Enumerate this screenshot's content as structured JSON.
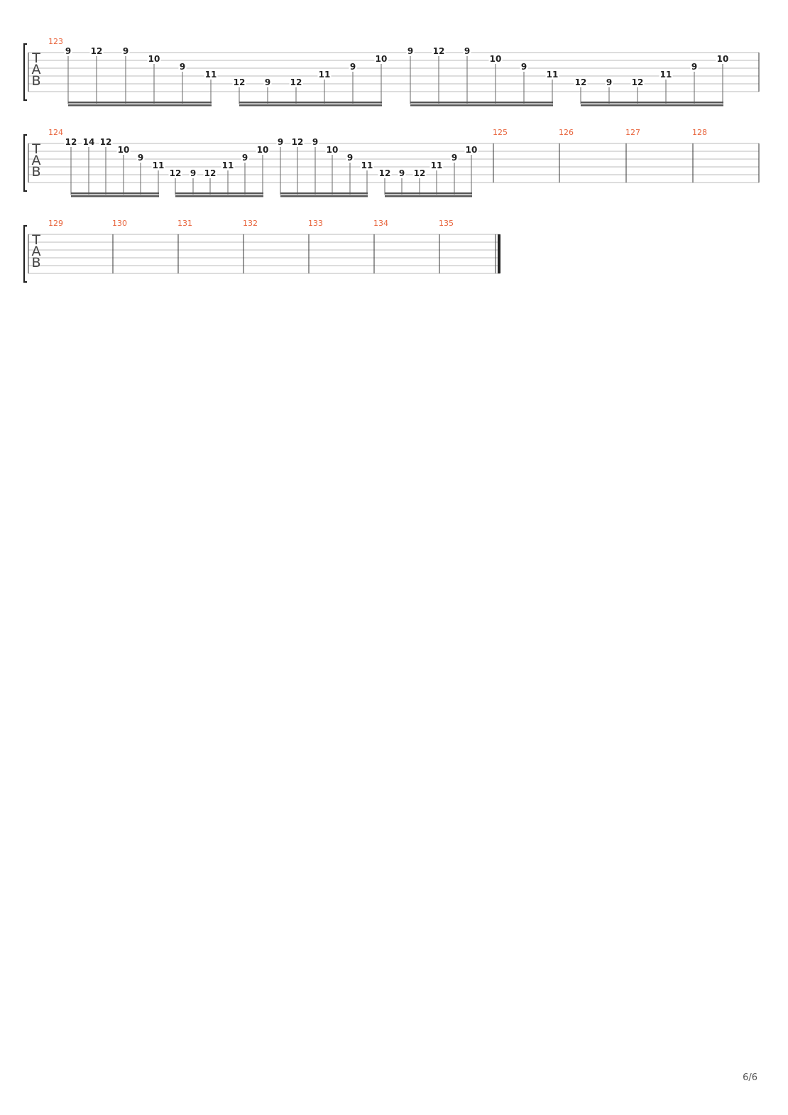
{
  "page": {
    "page_number": "6/6"
  },
  "tab_clef": [
    "T",
    "A",
    "B"
  ],
  "colors": {
    "measure_number": "#e8643c",
    "staff_line": "#bbbbbb",
    "fret": "#222222",
    "beam": "#555555",
    "barline": "#333333"
  },
  "systems": [
    {
      "id": "system-1",
      "measures": [
        {
          "number": "123",
          "notes": [
            {
              "string": 1,
              "fret": "9"
            },
            {
              "string": 1,
              "fret": "12"
            },
            {
              "string": 1,
              "fret": "9"
            },
            {
              "string": 2,
              "fret": "10"
            },
            {
              "string": 3,
              "fret": "9"
            },
            {
              "string": 4,
              "fret": "11"
            },
            {
              "string": 5,
              "fret": "12"
            },
            {
              "string": 5,
              "fret": "9"
            },
            {
              "string": 5,
              "fret": "12"
            },
            {
              "string": 4,
              "fret": "11"
            },
            {
              "string": 3,
              "fret": "9"
            },
            {
              "string": 2,
              "fret": "10"
            },
            {
              "string": 1,
              "fret": "9"
            },
            {
              "string": 1,
              "fret": "12"
            },
            {
              "string": 1,
              "fret": "9"
            },
            {
              "string": 2,
              "fret": "10"
            },
            {
              "string": 3,
              "fret": "9"
            },
            {
              "string": 4,
              "fret": "11"
            },
            {
              "string": 5,
              "fret": "12"
            },
            {
              "string": 5,
              "fret": "9"
            },
            {
              "string": 5,
              "fret": "12"
            },
            {
              "string": 4,
              "fret": "11"
            },
            {
              "string": 3,
              "fret": "9"
            },
            {
              "string": 2,
              "fret": "10"
            }
          ]
        }
      ]
    },
    {
      "id": "system-2",
      "measures": [
        {
          "number": "124",
          "notes": [
            {
              "string": 1,
              "fret": "12"
            },
            {
              "string": 1,
              "fret": "14"
            },
            {
              "string": 1,
              "fret": "12"
            },
            {
              "string": 2,
              "fret": "10"
            },
            {
              "string": 3,
              "fret": "9"
            },
            {
              "string": 4,
              "fret": "11"
            },
            {
              "string": 5,
              "fret": "12"
            },
            {
              "string": 5,
              "fret": "9"
            },
            {
              "string": 5,
              "fret": "12"
            },
            {
              "string": 4,
              "fret": "11"
            },
            {
              "string": 3,
              "fret": "9"
            },
            {
              "string": 2,
              "fret": "10"
            },
            {
              "string": 1,
              "fret": "9"
            },
            {
              "string": 1,
              "fret": "12"
            },
            {
              "string": 1,
              "fret": "9"
            },
            {
              "string": 2,
              "fret": "10"
            },
            {
              "string": 3,
              "fret": "9"
            },
            {
              "string": 4,
              "fret": "11"
            },
            {
              "string": 5,
              "fret": "12"
            },
            {
              "string": 5,
              "fret": "9"
            },
            {
              "string": 5,
              "fret": "12"
            },
            {
              "string": 4,
              "fret": "11"
            },
            {
              "string": 3,
              "fret": "9"
            },
            {
              "string": 2,
              "fret": "10"
            }
          ]
        },
        {
          "number": "125",
          "notes": []
        },
        {
          "number": "126",
          "notes": []
        },
        {
          "number": "127",
          "notes": []
        },
        {
          "number": "128",
          "notes": []
        }
      ]
    },
    {
      "id": "system-3",
      "final_barline": true,
      "measures": [
        {
          "number": "129",
          "notes": []
        },
        {
          "number": "130",
          "notes": []
        },
        {
          "number": "131",
          "notes": []
        },
        {
          "number": "132",
          "notes": []
        },
        {
          "number": "133",
          "notes": []
        },
        {
          "number": "134",
          "notes": []
        },
        {
          "number": "135",
          "notes": []
        }
      ]
    }
  ]
}
